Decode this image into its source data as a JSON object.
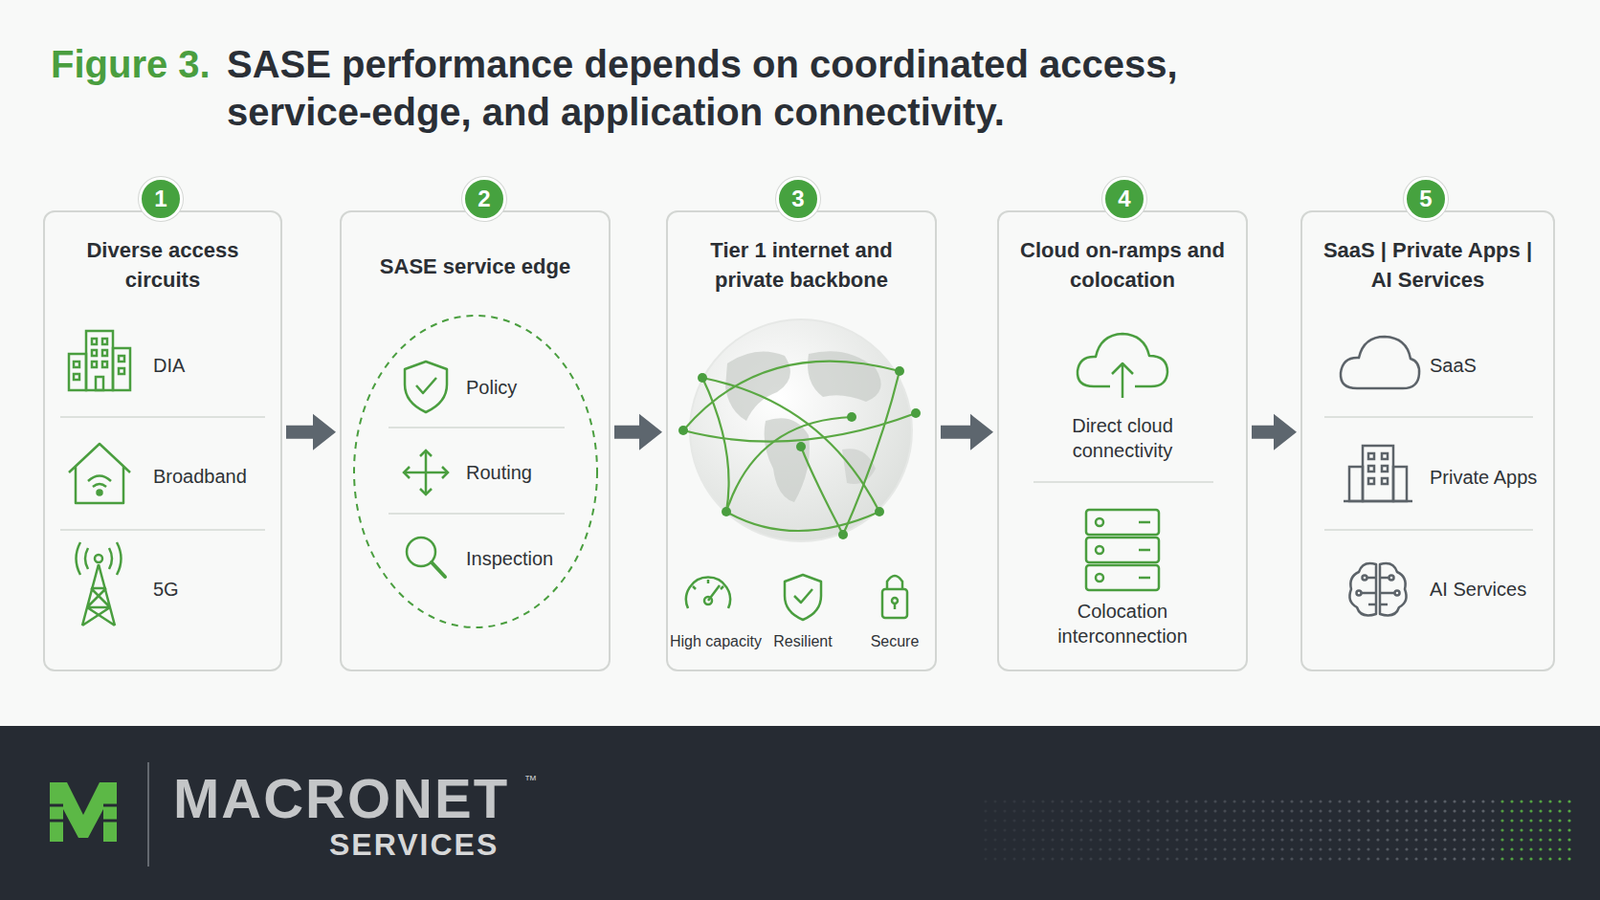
{
  "diagram": {
    "title": "SASE performance depends on coordinated access, service-edge, and application connectivity.",
    "nodes": [
      {
        "text": [
          "1"
        ]
      },
      {
        "text": [
          "Diverse access circuits",
          "DIA",
          "Broadband",
          "5G"
        ]
      },
      {
        "text": [
          "2"
        ]
      },
      {
        "text": [
          "SASE service edge"
        ]
      },
      {
        "text": [
          "Policy",
          "Routing",
          "Inspection"
        ],
        "in": 3
      },
      {
        "text": [
          "3"
        ]
      },
      {
        "text": [
          "Tier 1 internet and private backbone",
          "High capacity",
          "Resilient",
          "Secure"
        ]
      },
      {
        "text": [
          "4"
        ]
      },
      {
        "text": [
          "Cloud on-ramps and colocation",
          "Direct cloud connectivity",
          "Colocation interconnection"
        ]
      },
      {
        "text": [
          "5"
        ]
      },
      {
        "text": [
          "SaaS | Private Apps | AI Services",
          "SaaS",
          "Private Apps",
          "AI Services"
        ]
      }
    ],
    "edges": [
      {
        "from": 1,
        "to": 3,
        "arrow": "to"
      },
      {
        "from": 3,
        "to": 6,
        "arrow": "to"
      },
      {
        "from": 6,
        "to": 8,
        "arrow": "to"
      },
      {
        "from": 8,
        "to": 10,
        "arrow": "to"
      }
    ],
    "labels": [
      "Figure 3.",
      "MACRONET",
      "™",
      "SERVICES"
    ]
  }
}
